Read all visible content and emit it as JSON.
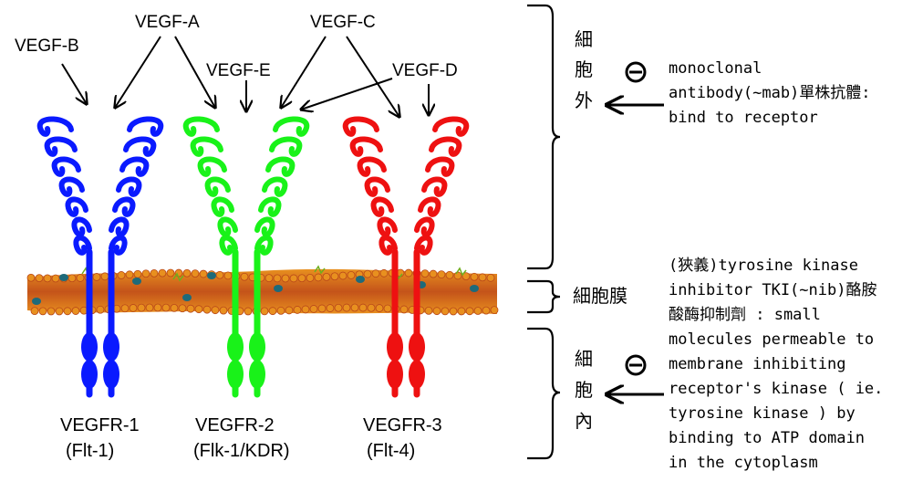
{
  "ligands": {
    "vegf_b": "VEGF-B",
    "vegf_a": "VEGF-A",
    "vegf_c": "VEGF-C",
    "vegf_e": "VEGF-E",
    "vegf_d": "VEGF-D"
  },
  "receptors": [
    {
      "name": "VEGFR-1",
      "alias": "(Flt-1)",
      "color": "#0a1aff"
    },
    {
      "name": "VEGFR-2",
      "alias": "(Flk-1/KDR)",
      "color": "#19f219"
    },
    {
      "name": "VEGFR-3",
      "alias": "(Flt-4)",
      "color": "#ee1111"
    }
  ],
  "membrane_colors": {
    "base": "#d9641c",
    "heads": "#e8901f",
    "dots": "#1e6a7a",
    "lipid_green": "#6fae1e"
  },
  "regions": {
    "extracellular": [
      "細",
      "胞",
      "外"
    ],
    "membrane": "細胞膜",
    "intracellular": [
      "細",
      "胞",
      "內"
    ]
  },
  "inhibition_symbol": "⊖",
  "antibody_note": [
    "monoclonal",
    "antibody(~mab)單株抗體:",
    "bind to receptor"
  ],
  "tki_note": [
    "(狹義)tyrosine kinase",
    "inhibitor TKI(~nib)酪胺",
    "酸酶抑制劑 : small",
    "molecules permeable to",
    "membrane inhibiting",
    "receptor's kinase ( ie.",
    "tyrosine kinase ) by",
    "binding to ATP domain",
    "in the cytoplasm"
  ]
}
